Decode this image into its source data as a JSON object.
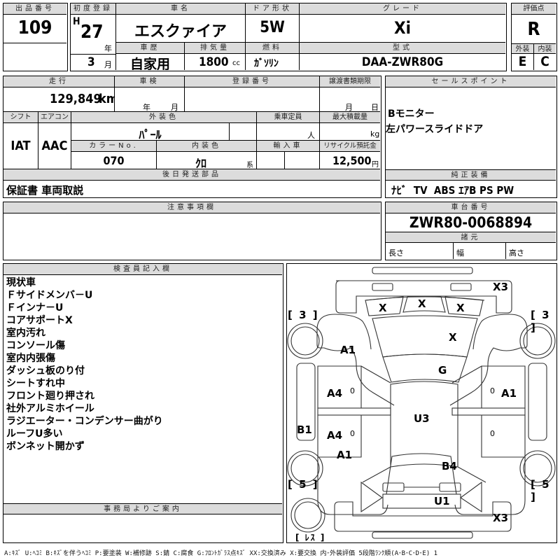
{
  "lot": {
    "header": "出品番号",
    "value": "109"
  },
  "first_registration": {
    "header": "初度登録",
    "era": "H",
    "year": "27",
    "year_unit": "年",
    "month": "3",
    "month_unit": "月"
  },
  "car_name": {
    "header": "車名",
    "value": "エスクァイア"
  },
  "door": {
    "header": "ドア形状",
    "value": "5W"
  },
  "grade": {
    "header": "グレード",
    "value": "Xi"
  },
  "score": {
    "header": "評価点",
    "value": "R",
    "exterior_header": "外装",
    "interior_header": "内装",
    "exterior": "E",
    "interior": "C"
  },
  "history": {
    "header": "車歴",
    "value": "自家用"
  },
  "displacement": {
    "header": "排気量",
    "value": "1800",
    "unit": "cc"
  },
  "fuel": {
    "header": "燃料",
    "value": "ｶﾞｿﾘﾝ"
  },
  "model": {
    "header": "型式",
    "value": "DAA-ZWR80G"
  },
  "mileage": {
    "header": "走行",
    "value": "129,849",
    "unit": "km"
  },
  "inspection": {
    "header": "車検",
    "year_unit": "年",
    "month_unit": "月"
  },
  "registration_no": {
    "header": "登録番号",
    "value": ""
  },
  "transfer_deadline": {
    "header": "譲渡書類期限",
    "month_unit": "月",
    "day_unit": "日"
  },
  "shift": {
    "header": "シフト",
    "value": "IAT"
  },
  "aircon": {
    "header": "エアコン",
    "value": "AAC"
  },
  "exterior_color": {
    "header": "外装色",
    "value": "ﾊﾟｰﾙ"
  },
  "capacity": {
    "header": "乗車定員",
    "unit": "人"
  },
  "max_load": {
    "header": "最大積載量",
    "unit": "kg"
  },
  "color_no": {
    "header": "カラーNo.",
    "value": "070"
  },
  "interior_color": {
    "header": "内装色",
    "value": "ｸﾛ",
    "suffix": "系"
  },
  "import": {
    "header": "輸入車"
  },
  "recycle": {
    "header": "リサイクル預託金",
    "value": "12,500",
    "unit": "円"
  },
  "later_parts": {
    "header": "後日発送部品",
    "value": "保証書 車両取説"
  },
  "sales_points": {
    "header": "セールスポイント",
    "items": [
      "Bモニター",
      "左パワースライドドア"
    ]
  },
  "genuine_equipment": {
    "header": "純正装備",
    "value": "ﾅﾋﾞ  TV  ABS ｴｱB PS PW"
  },
  "chassis_no": {
    "header": "車台番号",
    "value": "ZWR80-0068894"
  },
  "specs": {
    "header": "諸元",
    "length": "長さ",
    "width": "幅",
    "height": "高さ"
  },
  "caution": {
    "header": "注意事項欄",
    "value": ""
  },
  "inspector": {
    "header": "検査員記入欄",
    "lines": [
      "現状車",
      "Ｆサイドメンバ－U",
      "Ｆインナ－U",
      "コアサポートX",
      "室内汚れ",
      "コンソール傷",
      "室内内張傷",
      "ダッシュ板のり付",
      "シートすれ中",
      "フロント廻り押され",
      "社外アルミホイール",
      "ラジエーター・コンデンサー曲がり",
      "ルーフU多い",
      "ボンネット開かず"
    ]
  },
  "office_notice": {
    "header": "事務局よりご案内",
    "value": ""
  },
  "diagram": {
    "marks": {
      "front_bumper": "X3",
      "headlight_left": "X",
      "grille": "X",
      "headlight_right": "X",
      "hood": "X",
      "windshield": "G",
      "left_front_fender": "A1",
      "left_front_door": "A4",
      "right_front_door": "A1",
      "left_step": "B1",
      "left_rear_door": "A4",
      "left_rear_fender": "A1",
      "roof": "U3",
      "rear_gate": "B4",
      "rear_panel": "U1",
      "rear_bumper": "X3"
    },
    "tire_front_left": "[ 3 ]",
    "tire_front_right": "[ 3 ]",
    "tire_rear_left": "[ 5 ]",
    "tire_rear_right": "[ 5 ]",
    "spare": "[ ﾚｽ ]",
    "door_small_marks": [
      "0",
      "0",
      "0",
      "0"
    ]
  },
  "legend": "A:ｷｽﾞ U:ﾍｺﾐ B:ｷｽﾞを伴うﾍｺﾐ P:要塗装 W:補修跡 S:錆 C:腐食 G:ﾌﾛﾝﾄｶﾞﾗｽ点ｷｽﾞ XX:交換済み X:要交換 内･外装評価 5段階ﾗﾝｸ順(A･B･C･D･E) 1"
}
